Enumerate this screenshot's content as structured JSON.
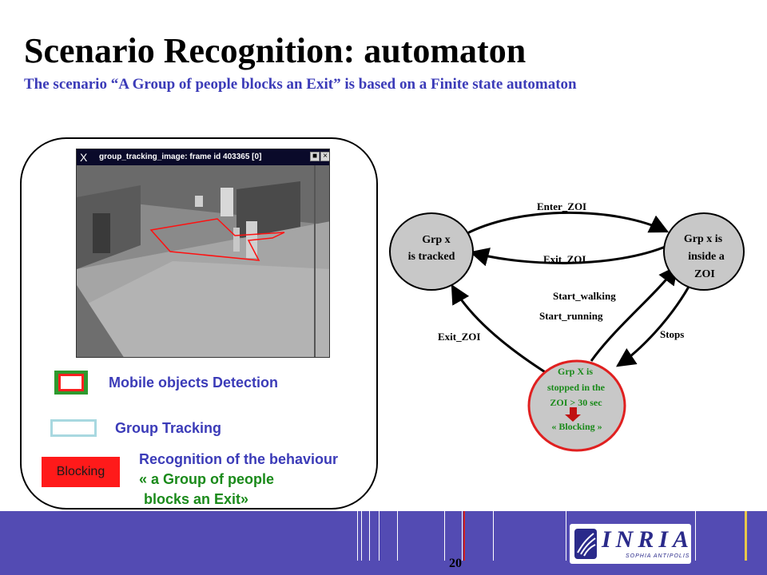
{
  "slide": {
    "title": "Scenario Recognition: automaton",
    "subtitle": "The scenario “A Group of people blocks an Exit” is based on a Finite state automaton",
    "page_number": "20"
  },
  "screenshot": {
    "window_title": "group_tracking_image: frame id 403365 [0]",
    "close_glyph": "X",
    "minimize_glyph": "■",
    "maximize_glyph": "×"
  },
  "legend": {
    "detection_label": "Mobile objects Detection",
    "tracking_label": "Group Tracking",
    "blocking_box_label": "Blocking",
    "recognition_line1": "Recognition of the behaviour",
    "recognition_line2": "« a Group of people",
    "recognition_line3": "blocks an Exit»",
    "colors": {
      "detection": "#ff2020",
      "tracking": "#a8d8e0",
      "blocking": "#ff1a1a",
      "recognition": "#1a8a1a"
    }
  },
  "automaton": {
    "node_tracked_line1": "Grp x",
    "node_tracked_line2": "is tracked",
    "node_inside_line1": "Grp x is",
    "node_inside_line2": "inside a",
    "node_inside_line3": "ZOI",
    "node_stopped_line1": "Grp X is",
    "node_stopped_line2": "stopped in the",
    "node_stopped_line3": "ZOI > 30 sec",
    "node_stopped_line4": "« Blocking »",
    "edge_enter": "Enter_ZOI",
    "edge_exit_top": "Exit_ZOI",
    "edge_start_walking": "Start_walking",
    "edge_start_running": "Start_running",
    "edge_exit_left": "Exit_ZOI",
    "edge_stops": "Stops"
  },
  "footer": {
    "logo_text": "INRIA",
    "logo_subtext": "SOPHIA ANTIPOLIS",
    "colors": {
      "band": "#534bb3"
    }
  }
}
